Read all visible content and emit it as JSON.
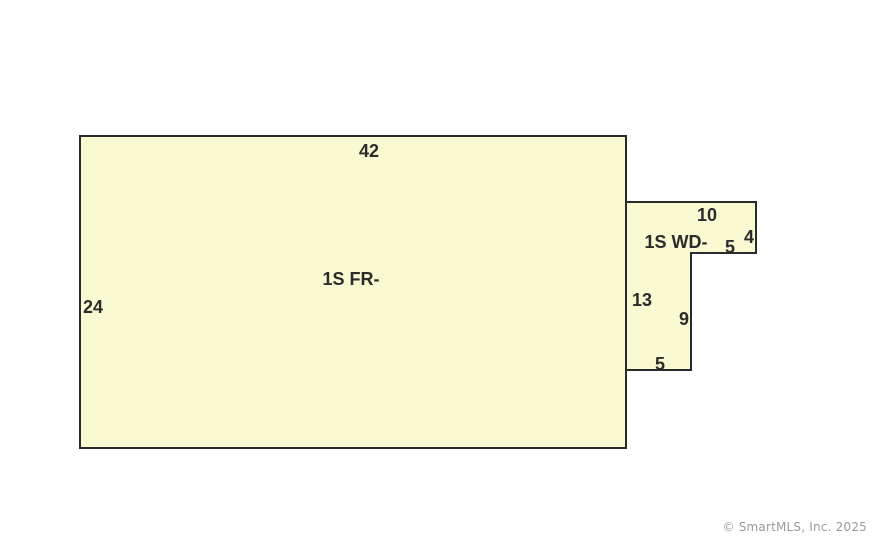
{
  "sketch": {
    "fill_color": "#fafad2",
    "stroke_color": "#2a2a2a",
    "main": {
      "label": "1S FR-",
      "dim_top": "42",
      "dim_left": "24"
    },
    "deck": {
      "label": "1S WD-",
      "dim_top": "10",
      "dim_right": "4",
      "dim_step_top": "5",
      "dim_side": "13",
      "dim_step_side": "9",
      "dim_bottom": "5"
    }
  },
  "footer": {
    "copyright": "© SmartMLS, Inc.  2025"
  }
}
